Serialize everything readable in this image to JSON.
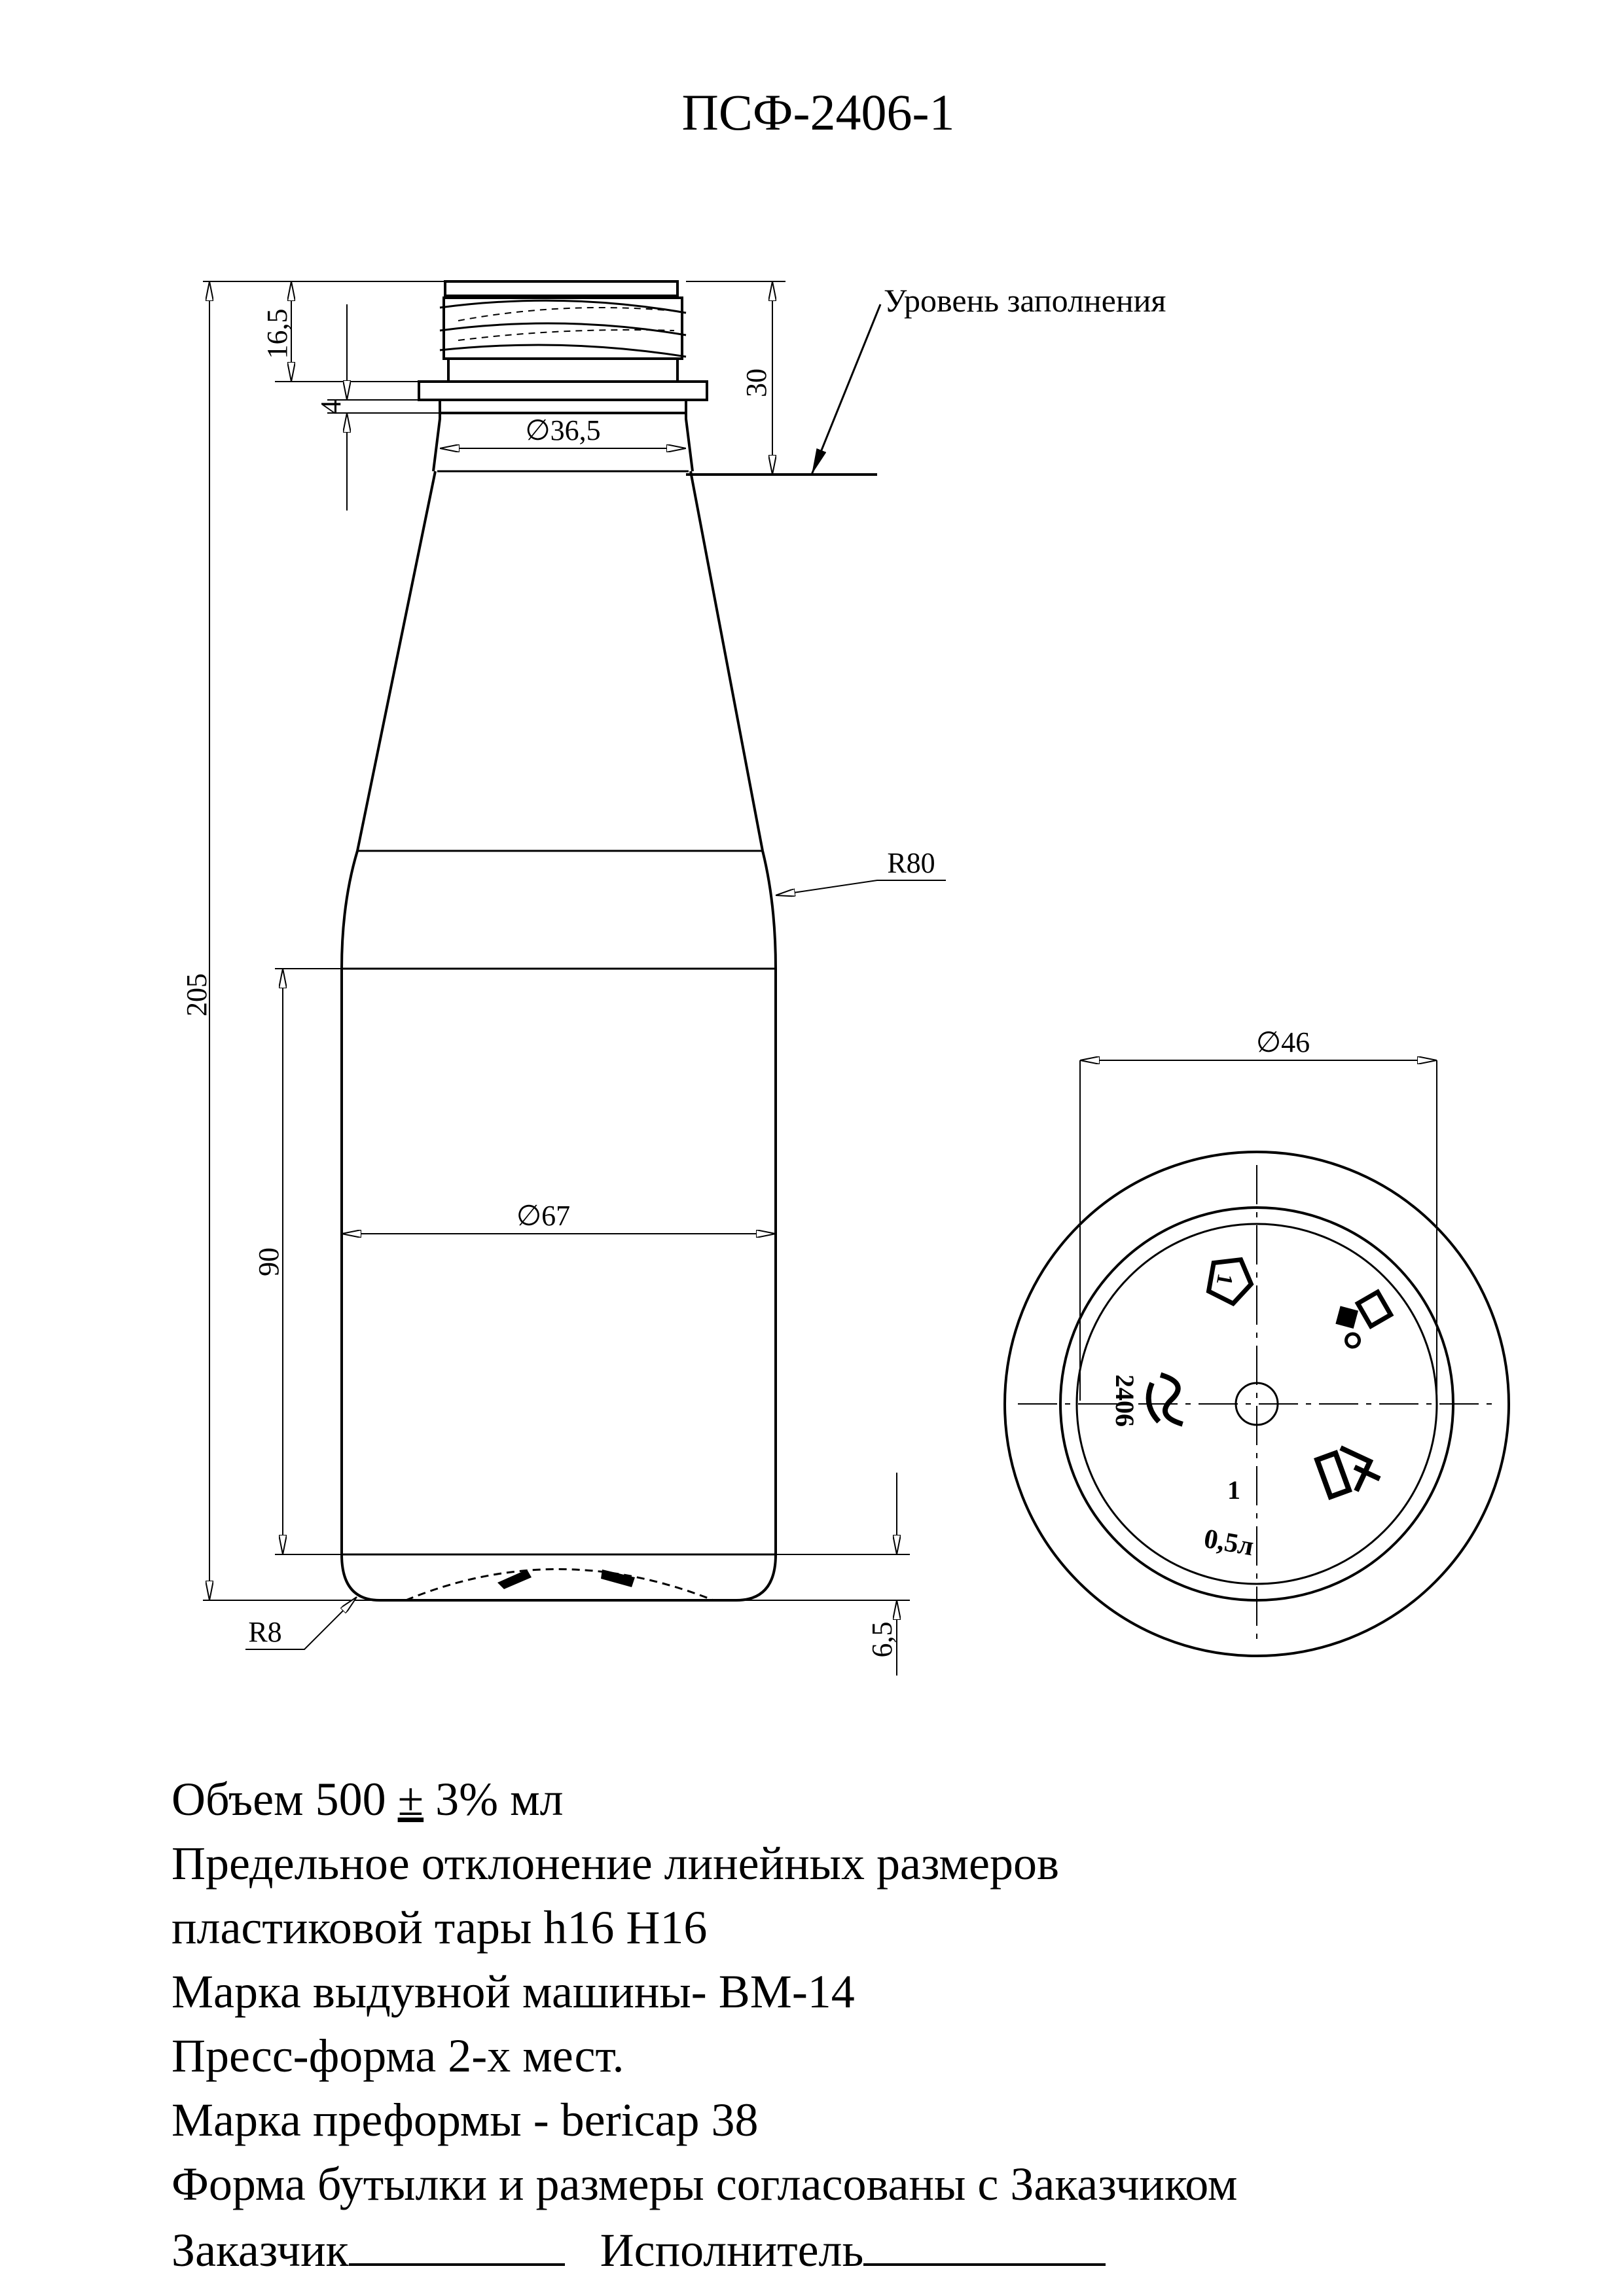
{
  "title": "ПСФ-2406-1",
  "dimensions": {
    "neck_height": "16,5",
    "neck_gap": "4",
    "fill_depth": "30",
    "neck_diameter": "∅36,5",
    "total_height": "205",
    "shoulder_radius": "R80",
    "label_height": "90",
    "body_diameter": "∅67",
    "base_radius": "R8",
    "base_depth": "6,5",
    "bottom_diameter": "∅46"
  },
  "callouts": {
    "fill_level": "Уровень заполнения"
  },
  "bottom_markings": {
    "capacity": "0,5л",
    "cavity": "1",
    "mold_number": "2406"
  },
  "notes": {
    "volume_prefix": "Объем 500",
    "volume_pm": "±",
    "volume_suffix": "3% мл",
    "tolerance_line1": "Предельное отклонение линейных размеров",
    "tolerance_line2": "пластиковой тары h16 H16",
    "machine": "Марка выдувной машины- ВМ-14",
    "mold": "Пресс-форма 2-х мест.",
    "preform": "Марка преформы - bericap 38",
    "approval": "Форма бутылки и размеры согласованы с Заказчиком",
    "customer_label": "Заказчик",
    "contractor_label": "Исполнитель"
  }
}
